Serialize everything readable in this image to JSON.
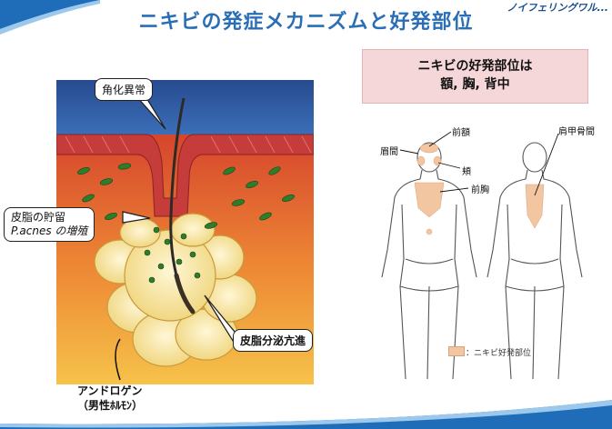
{
  "slide": {
    "title": "ニキビの発症メカニズムと好発部位",
    "brand": "ノイフェリングワル..."
  },
  "diagram": {
    "callouts": {
      "keratinization": "角化異常",
      "sebum_retention_line1": "皮脂の貯留",
      "sebum_retention_line2": "P.acnes の増殖",
      "sebum_secretion": "皮脂分泌亢進"
    },
    "androgen_line1": "アンドロゲン",
    "androgen_line2": "（男性ﾎﾙﾓﾝ）"
  },
  "sites": {
    "heading_line1": "ニキビの好発部位は",
    "heading_line2": "額, 胸, 背中",
    "labels": {
      "forehead": "前額",
      "glabella": "眉間",
      "cheek": "頬",
      "chest": "前胸",
      "interscapular": "肩甲骨間"
    },
    "legend": "：ニキビ好発部位",
    "highlight_color": "#f2c6a0"
  },
  "colors": {
    "title": "#2a6fb5",
    "epidermis": "#c9423e",
    "dermis_top": "#e0502e",
    "dermis_bottom": "#f3a23a",
    "sebaceous": "#f7e6a8",
    "bacteria": "#2f7d2a",
    "pink_box": "#f6d7d9"
  }
}
